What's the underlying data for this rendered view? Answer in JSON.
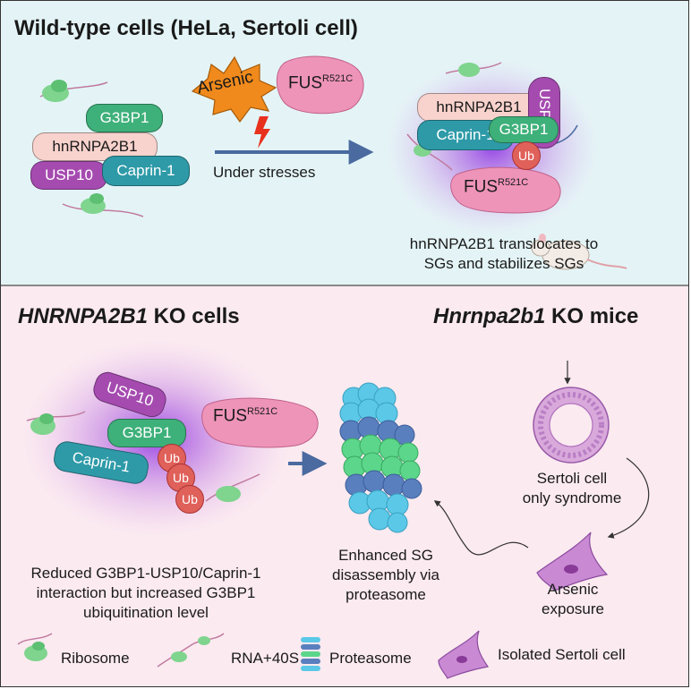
{
  "top_panel": {
    "title": "Wild-type cells (HeLa, Sertoli cell)",
    "left_cluster": {
      "g3bp1": "G3BP1",
      "hnrnpa2b1": "hnRNPA2B1",
      "usp10": "USP10",
      "caprin1": "Caprin-1"
    },
    "arsenic": "Arsenic",
    "fus_main": "FUS",
    "fus_sup": "R521C",
    "arrow_label": "Under stresses",
    "right_cluster": {
      "hnrnpa2b1": "hnRNPA2B1",
      "usp10": "USP10",
      "caprin1": "Caprin-1",
      "g3bp1": "G3BP1",
      "ub": "Ub",
      "fus_main": "FUS",
      "fus_sup": "R521C"
    },
    "caption_line1": "hnRNPA2B1 translocates to",
    "caption_line2": "SGs and stabilizes SGs"
  },
  "bottom_panel": {
    "title_left_gene": "HNRNPA2B1",
    "title_left_rest": " KO cells",
    "title_right_gene": "Hnrnpa2b1",
    "title_right_rest": " KO mice",
    "cluster": {
      "usp10": "USP10",
      "g3bp1": "G3BP1",
      "caprin1": "Caprin-1",
      "ub1": "Ub",
      "ub2": "Ub",
      "ub3": "Ub"
    },
    "fus_main": "FUS",
    "fus_sup": "R521C",
    "caption_line1": "Reduced G3BP1-USP10/Caprin-1",
    "caption_line2": "interaction but increased G3BP1",
    "caption_line3": "ubiquitination level",
    "proteasome_caption_line1": "Enhanced SG",
    "proteasome_caption_line2": "disassembly via",
    "proteasome_caption_line3": "proteasome",
    "sertoli_line1": "Sertoli cell",
    "sertoli_line2": "only syndrome",
    "arsenic_line1": "Arsenic",
    "arsenic_line2": "exposure"
  },
  "legend": {
    "ribosome": "Ribosome",
    "rna40s": "RNA+40S",
    "proteasome": "Proteasome",
    "sertoli": "Isolated Sertoli cell"
  },
  "colors": {
    "top_bg": "#e4f4f6",
    "bottom_bg": "#fbeaf0",
    "g3bp1": "#3eb07a",
    "hnrnpa2b1": "#f8d2cc",
    "usp10": "#a54bb0",
    "caprin1": "#2e9aa8",
    "ub": "#e0605a",
    "fus": "#ee94b8",
    "arsenic": "#f08a1c",
    "arrow": "#4a6aa0"
  }
}
